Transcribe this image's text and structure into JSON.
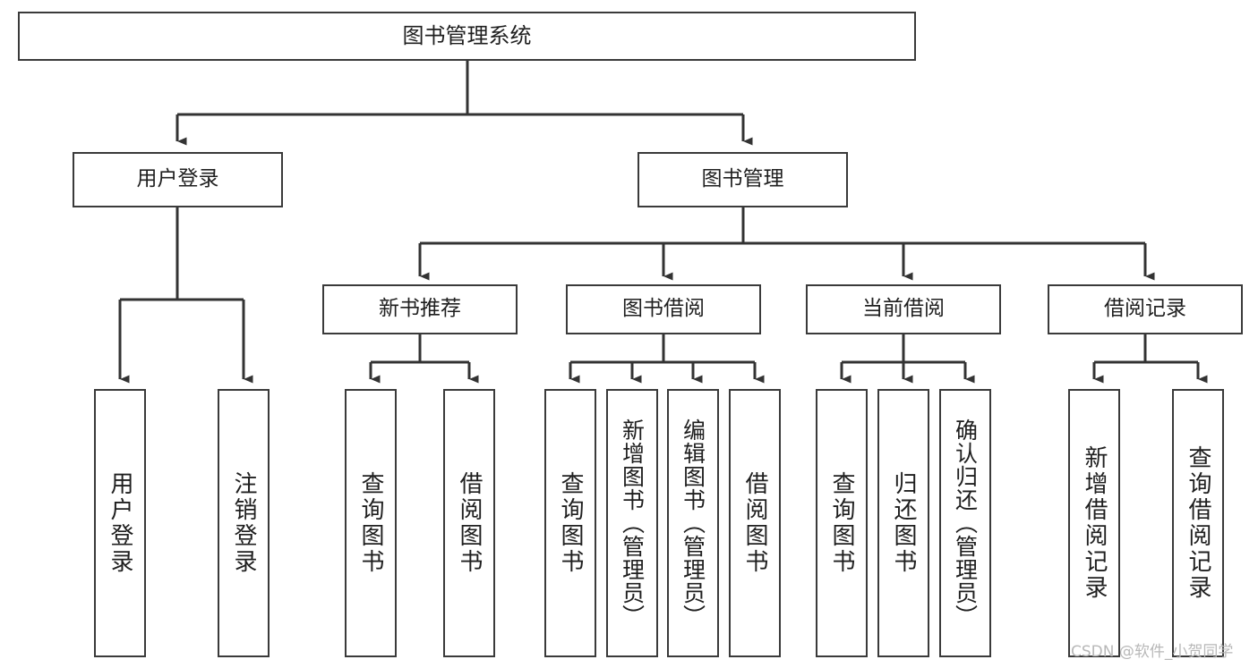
{
  "diagram": {
    "title": "图书管理系统",
    "type": "tree-hierarchy",
    "orientation": "top-down"
  },
  "nodes": {
    "root": {
      "label": "图书管理系统"
    },
    "level2": [
      {
        "id": "user-login",
        "label": "用户登录"
      },
      {
        "id": "book-manage",
        "label": "图书管理"
      }
    ],
    "level3": [
      {
        "id": "new-book-recommend",
        "label": "新书推荐"
      },
      {
        "id": "book-borrow",
        "label": "图书借阅"
      },
      {
        "id": "current-borrow",
        "label": "当前借阅"
      },
      {
        "id": "borrow-record",
        "label": "借阅记录"
      }
    ],
    "leaves": {
      "user_login": [
        {
          "id": "leaf-user-login",
          "label": "用户登录"
        },
        {
          "id": "leaf-logout-login",
          "label": "注销登录"
        }
      ],
      "new_book_recommend": [
        {
          "id": "leaf-query-book-1",
          "label": "查询图书"
        },
        {
          "id": "leaf-borrow-book-1",
          "label": "借阅图书"
        }
      ],
      "book_borrow": [
        {
          "id": "leaf-query-book-2",
          "label": "查询图书"
        },
        {
          "id": "leaf-add-book",
          "label": "新增图书（管理员）"
        },
        {
          "id": "leaf-edit-book",
          "label": "编辑图书（管理员）"
        },
        {
          "id": "leaf-borrow-book-2",
          "label": "借阅图书"
        }
      ],
      "current_borrow": [
        {
          "id": "leaf-query-book-3",
          "label": "查询图书"
        },
        {
          "id": "leaf-return-book",
          "label": "归还图书"
        },
        {
          "id": "leaf-confirm-return",
          "label": "确认归还（管理员）"
        }
      ],
      "borrow_record": [
        {
          "id": "leaf-add-record",
          "label": "新增借阅记录"
        },
        {
          "id": "leaf-query-record",
          "label": "查询借阅记录"
        }
      ]
    }
  },
  "watermark": {
    "text": "CSDN @软件_小贺同学"
  },
  "colors": {
    "border": "#3a3a3a",
    "edge": "#333333",
    "background": "#ffffff",
    "text": "#1f1f1f",
    "watermark": "#b8b8b8"
  }
}
